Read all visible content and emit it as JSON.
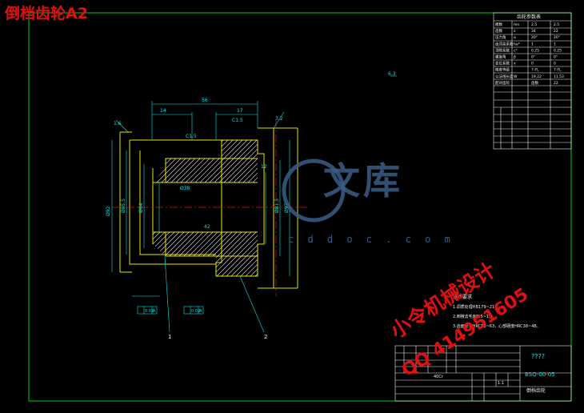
{
  "window": {
    "title": "倒档齿轮A2"
  },
  "drawing": {
    "tech_req_title": "技术要求",
    "tech_req_lines": [
      "1.调质处理HB179~217。",
      "2.倒棱去毛刺0.5~1。",
      "3.齿面淬火HRC58~63，心部硬度HRC38~48。"
    ],
    "callouts": [
      "1",
      "2"
    ],
    "dims": {
      "overall_width": "56",
      "left_width": "14",
      "right_width": "17",
      "chamfer_left": "C1.5",
      "chamfer_right": "C1.5",
      "bore": "Ø38",
      "outer_dia": "Ø92",
      "tip_dia": "Ø97",
      "hub_dia": "Ø64",
      "root_dia": "Ø81.5",
      "left_outer": "Ø85.5",
      "width_mid": "12",
      "inner_len": "42",
      "ra_1": "1.6",
      "ra_2": "3.2",
      "ra_3": "6.3",
      "runout": "0.02",
      "datum": "A"
    },
    "param_table_title": "齿轮参数表",
    "param_rows": [
      [
        "模数",
        "mn",
        "2.5",
        "2.5"
      ],
      [
        "齿数",
        "z",
        "34",
        "22"
      ],
      [
        "压力角",
        "α",
        "20°",
        "20°"
      ],
      [
        "齿顶高系数",
        "ha*",
        "1",
        "1"
      ],
      [
        "顶隙系数",
        "c*",
        "0.25",
        "0.25"
      ],
      [
        "螺旋角",
        "β",
        "0°",
        "0°"
      ],
      [
        "变位系数",
        "x",
        "0",
        "0"
      ],
      [
        "精度等级",
        "",
        "7-FL",
        "7-FL"
      ],
      [
        "公法线长度",
        "W",
        "19.22",
        "11.53"
      ],
      [
        "配对齿轮",
        "",
        "齿数",
        "22"
      ]
    ],
    "title_block": {
      "name": "????",
      "code": "BSQ-00-05",
      "material": "40Cr",
      "scale": "1:1",
      "part_label": "倒档齿轮"
    }
  },
  "watermarks": {
    "site_cn": "文库",
    "site_url": "c d d o c . c o m",
    "stamp_line1": "小令机械设计",
    "stamp_line2": "QQ 414951605"
  },
  "colors": {
    "frame": "#00d000",
    "outline": "#e5e500",
    "centerline": "#e01010",
    "dimension": "#00e5e5",
    "hatch": "#f0f0f0",
    "text_white": "#f0f0f0",
    "red": "#e01010"
  }
}
